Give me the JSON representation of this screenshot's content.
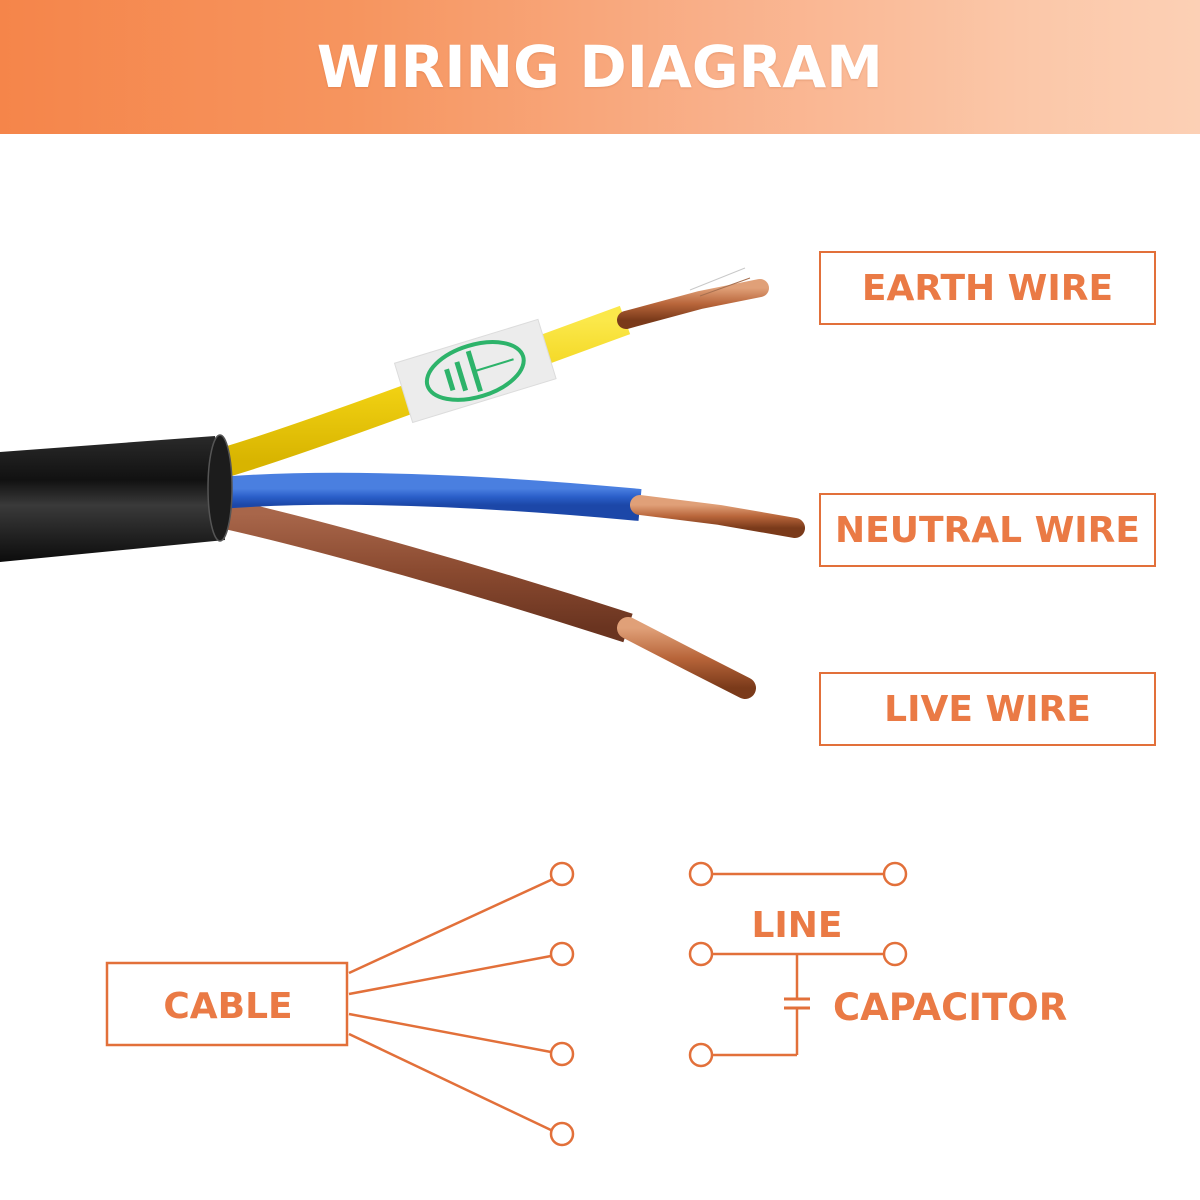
{
  "header": {
    "title": "WIRING DIAGRAM",
    "gradient_start": "#f5854a",
    "gradient_end": "#fcd0b5"
  },
  "accent_color": "#ea7a45",
  "cable_photo": {
    "jacket_color": "#1a1a1a",
    "wires": [
      {
        "name": "earth",
        "insulation_color": "#f3d81c",
        "conductor": "copper",
        "has_earth_symbol_tag": true
      },
      {
        "name": "neutral",
        "insulation_color": "#2a5fc9",
        "conductor": "copper"
      },
      {
        "name": "live",
        "insulation_color": "#8a4a30",
        "conductor": "copper"
      }
    ],
    "tag": {
      "icon": "earth-ground-symbol-icon",
      "color": "#2db36a"
    }
  },
  "labels": {
    "earth": "EARTH WIRE",
    "neutral": "NEUTRAL WIRE",
    "live": "LIVE WIRE"
  },
  "schematic": {
    "cable_label": "CABLE",
    "cable_terminal_count": 4,
    "line_label": "LINE",
    "capacitor_label": "CAPACITOR"
  }
}
